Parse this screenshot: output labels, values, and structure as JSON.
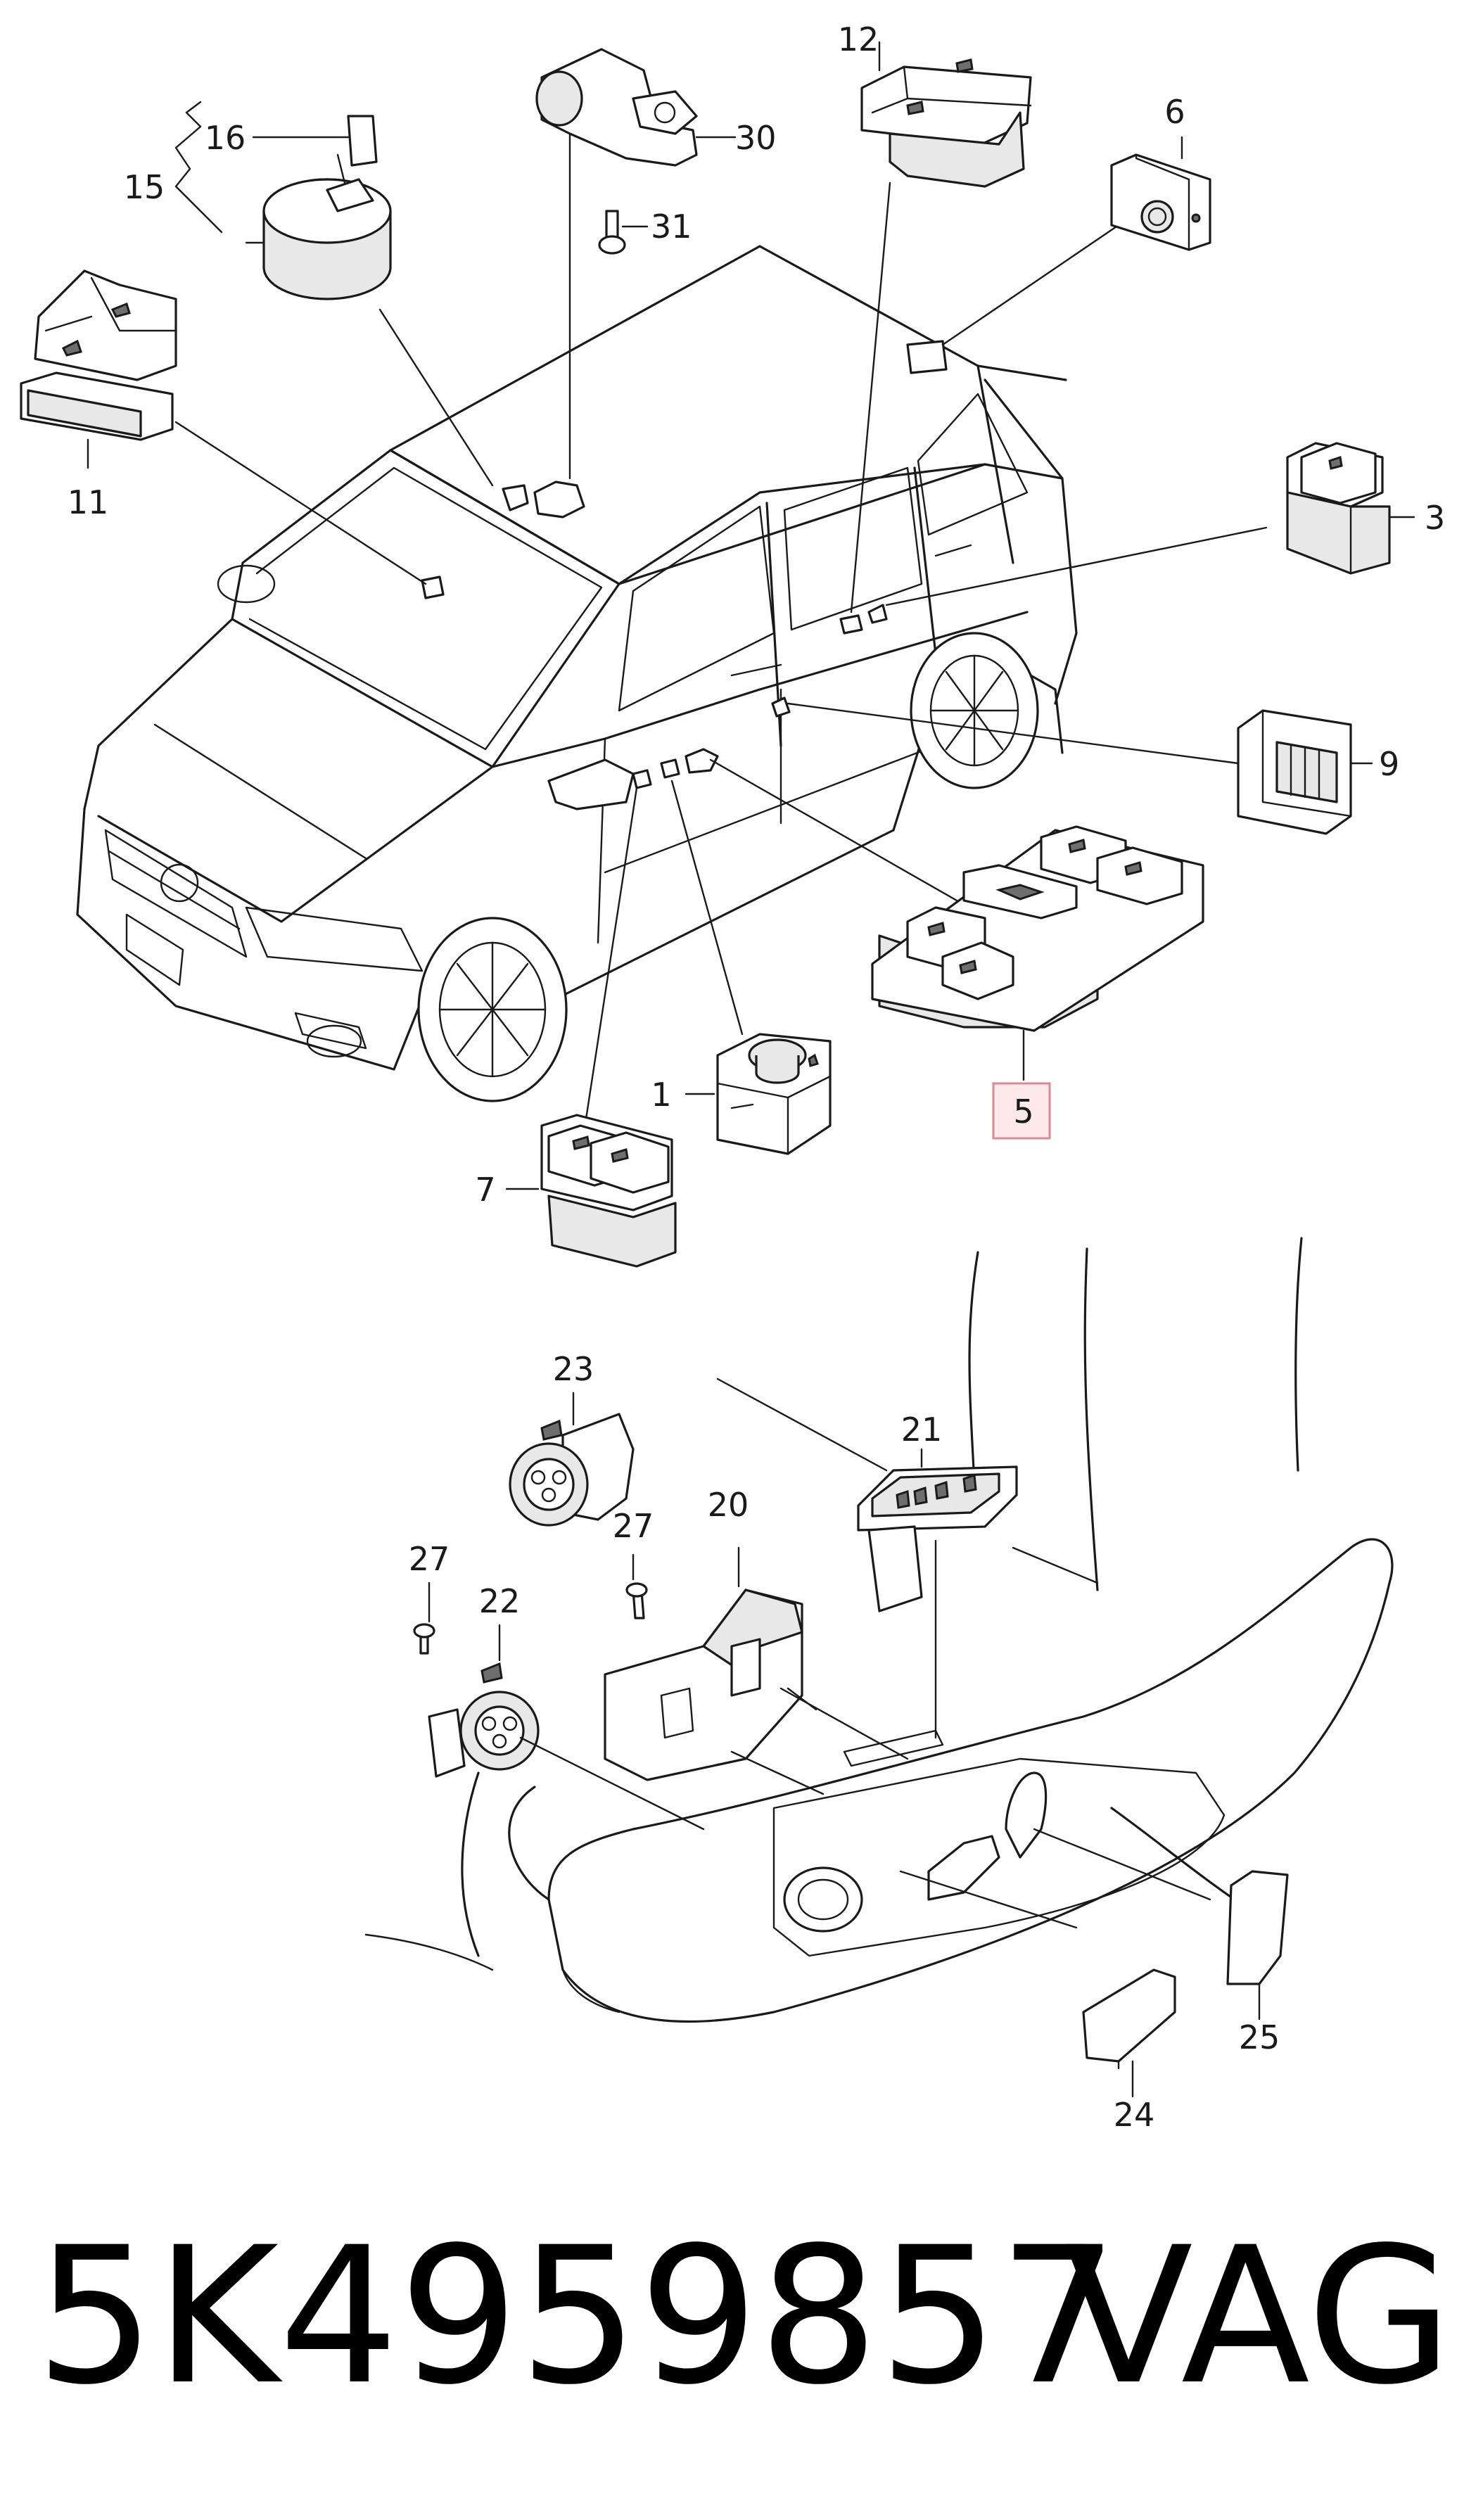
{
  "diagram": {
    "part_labels": {
      "p1": "1",
      "p3": "3",
      "p5": "5",
      "p6": "6",
      "p7": "7",
      "p9": "9",
      "p11": "11",
      "p12": "12",
      "p15": "15",
      "p16": "16",
      "p20": "20",
      "p21": "21",
      "p22": "22",
      "p23": "23",
      "p24": "24",
      "p25": "25",
      "p27a": "27",
      "p27b": "27",
      "p30": "30",
      "p31": "31"
    },
    "highlighted_part": "5",
    "highlight_color": "#fde8ea"
  },
  "footer": {
    "part_number": "5K4959857",
    "brand": "VAG"
  }
}
